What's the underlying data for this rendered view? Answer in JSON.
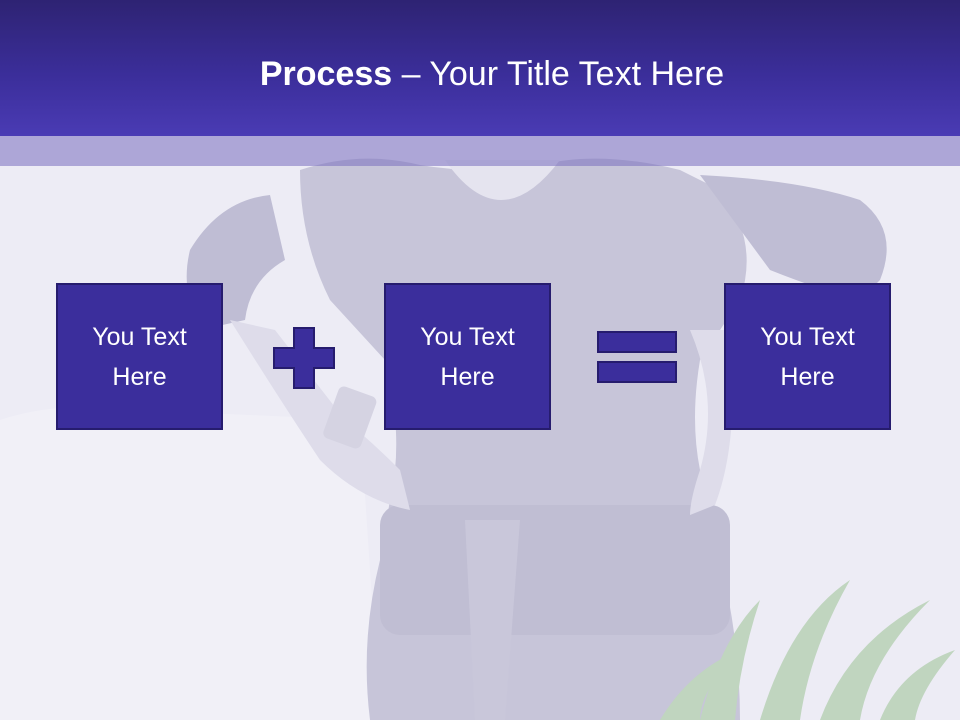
{
  "slide": {
    "title_bold": "Process",
    "title_dash": " – ",
    "title_rest": "Your Title Text Here"
  },
  "boxes": [
    {
      "text": "You Text Here"
    },
    {
      "text": "You Text Here"
    },
    {
      "text": "You Text Here"
    }
  ],
  "operators": [
    "plus-icon",
    "equals-icon"
  ],
  "colors": {
    "header": "#3b2e9a",
    "box_fill": "#3b2e9c",
    "box_border": "#261c6e",
    "text": "#ffffff"
  }
}
